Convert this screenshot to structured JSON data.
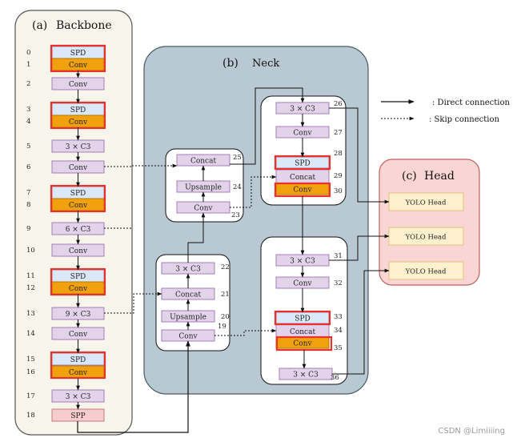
{
  "colors": {
    "backbone_bg": "#f8f6ec",
    "neck_bg": "#b9c9d4",
    "head_bg": "#f9d5d3",
    "head_border": "#c0625d",
    "block_purple": "#e2d3ea",
    "block_purple_border": "#a27fb4",
    "block_spd": "#dbe8f9",
    "block_conv_orange": "#f0a10b",
    "red_border": "#e8322a",
    "block_spp": "#f6cccc",
    "block_spp_border": "#c57b7b",
    "yolo_head": "#fdf0cd",
    "yolo_head_border": "#e2c27a",
    "inner_box": "#ffffff",
    "line": "#111111"
  },
  "sections": {
    "backbone": {
      "label": "(a)",
      "title": "Backbone"
    },
    "neck": {
      "label": "(b)",
      "title": "Neck"
    },
    "head": {
      "label": "(c)",
      "title": "Head"
    }
  },
  "backbone_layers": [
    {
      "idx": "0",
      "label": "SPD",
      "type": "spd"
    },
    {
      "idx": "1",
      "label": "Conv",
      "type": "conv_orange"
    },
    {
      "idx": "2",
      "label": "Conv",
      "type": "purple"
    },
    {
      "idx": "3",
      "label": "SPD",
      "type": "spd"
    },
    {
      "idx": "4",
      "label": "Conv",
      "type": "conv_orange"
    },
    {
      "idx": "5",
      "label": "3 × C3",
      "type": "purple"
    },
    {
      "idx": "6",
      "label": "Conv",
      "type": "purple"
    },
    {
      "idx": "7",
      "label": "SPD",
      "type": "spd"
    },
    {
      "idx": "8",
      "label": "Conv",
      "type": "conv_orange"
    },
    {
      "idx": "9",
      "label": "6 × C3",
      "type": "purple"
    },
    {
      "idx": "10",
      "label": "Conv",
      "type": "purple"
    },
    {
      "idx": "11",
      "label": "SPD",
      "type": "spd"
    },
    {
      "idx": "12",
      "label": "Conv",
      "type": "conv_orange"
    },
    {
      "idx": "13",
      "label": "9 × C3",
      "type": "purple"
    },
    {
      "idx": "14",
      "label": "Conv",
      "type": "purple"
    },
    {
      "idx": "15",
      "label": "SPD",
      "type": "spd"
    },
    {
      "idx": "16",
      "label": "Conv",
      "type": "conv_orange"
    },
    {
      "idx": "17",
      "label": "3 × C3",
      "type": "purple"
    },
    {
      "idx": "18",
      "label": "SPP",
      "type": "spp"
    }
  ],
  "neck_layers": [
    {
      "idx": "19",
      "label": "Conv"
    },
    {
      "idx": "20",
      "label": "Upsample"
    },
    {
      "idx": "21",
      "label": "Concat"
    },
    {
      "idx": "22",
      "label": "3 × C3"
    },
    {
      "idx": "23",
      "label": "Conv"
    },
    {
      "idx": "24",
      "label": "Upsample"
    },
    {
      "idx": "25",
      "label": "Concat"
    },
    {
      "idx": "26",
      "label": "3 × C3"
    },
    {
      "idx": "27",
      "label": "Conv"
    },
    {
      "idx": "28",
      "label": "SPD"
    },
    {
      "idx": "29",
      "label": "Concat"
    },
    {
      "idx": "30",
      "label": "Conv"
    },
    {
      "idx": "31",
      "label": "3 × C3"
    },
    {
      "idx": "32",
      "label": "Conv"
    },
    {
      "idx": "33",
      "label": "SPD"
    },
    {
      "idx": "34",
      "label": "Concat"
    },
    {
      "idx": "35",
      "label": "Conv"
    },
    {
      "idx": "36",
      "label": "3 × C3"
    }
  ],
  "head_blocks": [
    "YOLO Head",
    "YOLO Head",
    "YOLO Head"
  ],
  "legend": {
    "direct": ": Direct connection",
    "skip": ": Skip connection"
  },
  "watermark": "CSDN @Limiiiing"
}
